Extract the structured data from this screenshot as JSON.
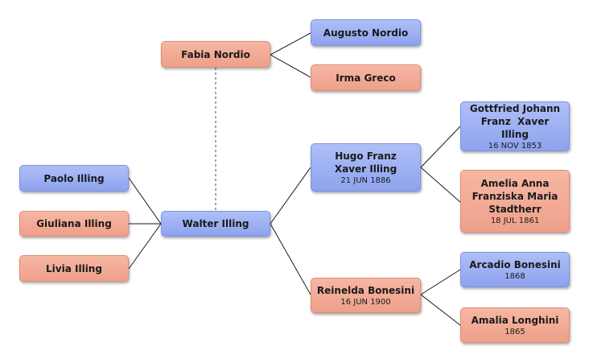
{
  "colors": {
    "male": "#9fb1f3",
    "female": "#f2ab96",
    "line": "#1a1a1a",
    "spouse_line": "#777777"
  },
  "people": {
    "fabia": {
      "name": "Fabia Nordio",
      "date": ""
    },
    "augusto": {
      "name": "Augusto Nordio",
      "date": ""
    },
    "irma": {
      "name": "Irma Greco",
      "date": ""
    },
    "paolo": {
      "name": "Paolo Illing",
      "date": ""
    },
    "giuliana": {
      "name": "Giuliana Illing",
      "date": ""
    },
    "livia": {
      "name": "Livia Illing",
      "date": ""
    },
    "walter": {
      "name": "Walter Illing",
      "date": ""
    },
    "hugo": {
      "name": "Hugo Franz Xaver Illing",
      "date": "21 JUN 1886"
    },
    "reinelda": {
      "name": "Reinelda Bonesini",
      "date": "16 JUN 1900"
    },
    "gottfried": {
      "name": "Gottfried Johann Franz  Xaver Illing",
      "date": "16 NOV 1853"
    },
    "amelia": {
      "name": "Amelia Anna Franziska Maria Stadtherr",
      "date": "18 JUL 1861"
    },
    "arcadio": {
      "name": "Arcadio Bonesini",
      "date": "1868"
    },
    "amalia": {
      "name": "Amalia Longhini",
      "date": "1865"
    }
  }
}
